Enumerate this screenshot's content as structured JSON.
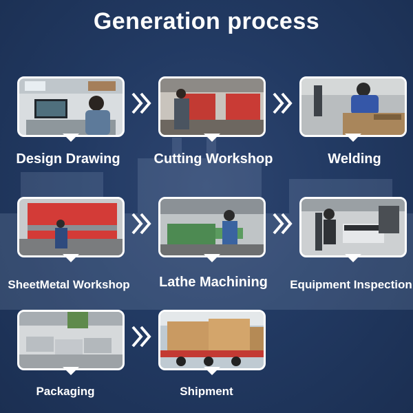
{
  "title": "Generation process",
  "steps": [
    {
      "label": "Design Drawing"
    },
    {
      "label": "Cutting Workshop"
    },
    {
      "label": "Welding"
    },
    {
      "label": "SheetMetal Workshop"
    },
    {
      "label": "Lathe Machining"
    },
    {
      "label": "Equipment Inspection"
    },
    {
      "label": "Packaging"
    },
    {
      "label": "Shipment"
    }
  ],
  "colors": {
    "background": "#223a63",
    "text": "#ffffff",
    "frame": "#ffffff"
  },
  "icons": {
    "arrow": "double-chevron-right-icon"
  }
}
